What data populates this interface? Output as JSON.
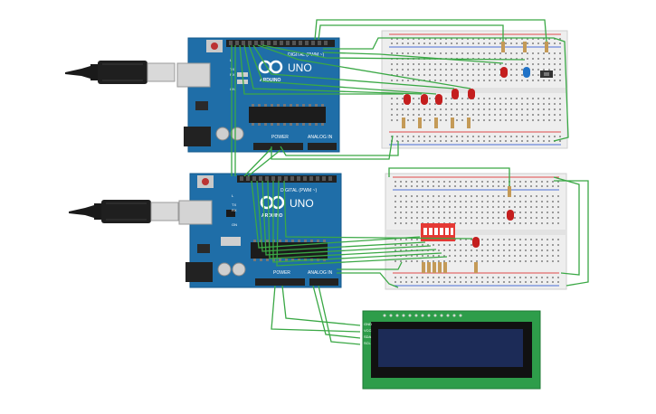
{
  "title": "",
  "colors": {
    "board": "#1f6ea8",
    "board_dark": "#17598a",
    "wire": "#3aa845",
    "breadboard": "#eeeeee",
    "rail_red": "#e04b4b",
    "rail_blue": "#4a6fd6",
    "led_red": "#c41e1e",
    "led_blue": "#1f72c7",
    "dip_switch": "#e53935",
    "lcd_pcb": "#2e9d4a",
    "lcd_screen": "#1c2b57",
    "usb_cable": "#1a1a1a"
  },
  "arduino_top": {
    "brand": "ARDUINO",
    "model": "UNO",
    "header_digital": "DIGITAL (PWM ~)",
    "header_power": "POWER",
    "header_analog": "ANALOG IN",
    "labels_small": [
      "TX",
      "RX",
      "L",
      "ON"
    ]
  },
  "arduino_bottom": {
    "brand": "ARDUINO",
    "model": "UNO",
    "header_digital": "DIGITAL (PWM ~)",
    "header_power": "POWER",
    "header_analog": "ANALOG IN",
    "labels_small": [
      "TX",
      "RX",
      "L",
      "ON"
    ]
  },
  "lcd": {
    "pins": [
      "GND",
      "VCC",
      "SDA",
      "SCL"
    ]
  },
  "icons": {
    "usb_plug": "usb-plug-icon",
    "arduino_logo": "arduino-infinity-icon"
  }
}
